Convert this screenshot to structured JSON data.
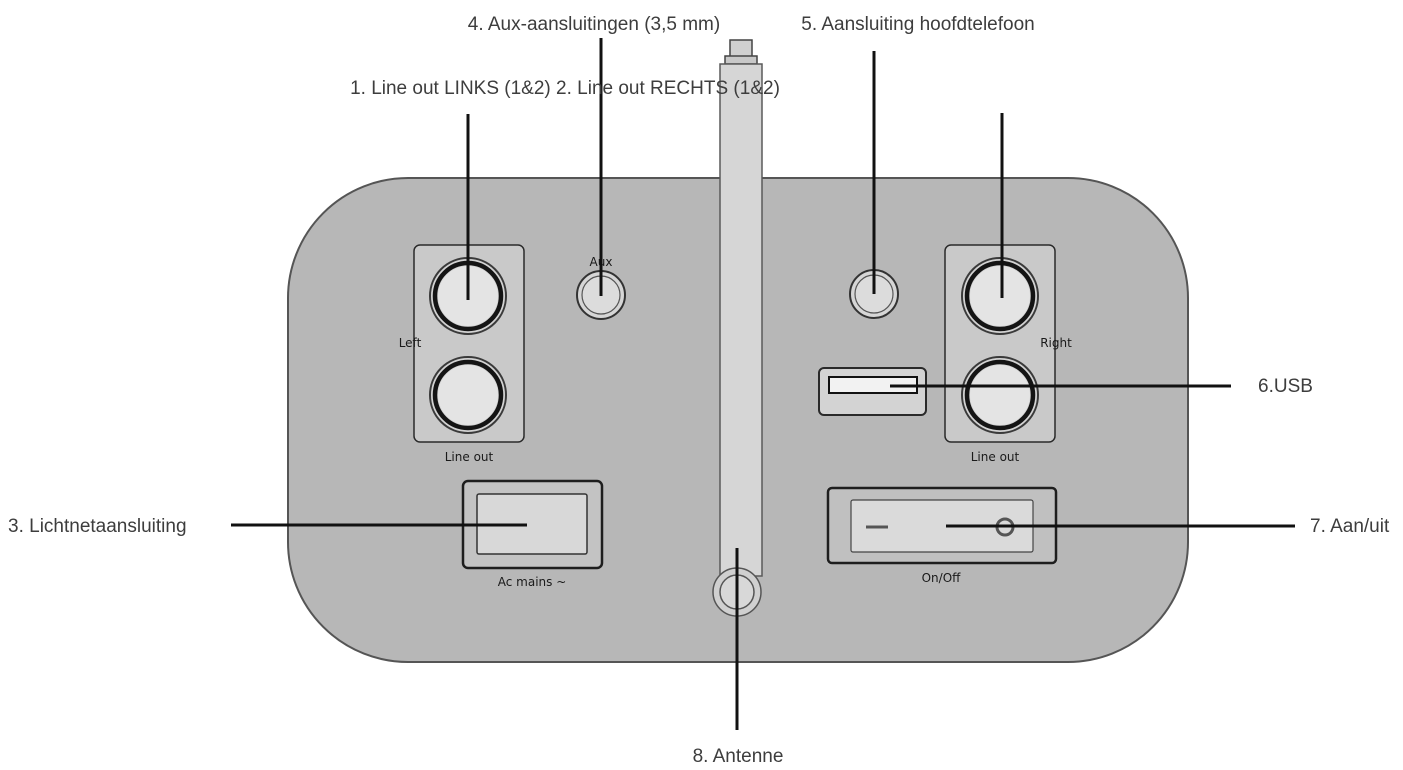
{
  "callouts": {
    "aux_connections": "4. Aux-aansluitingen (3,5 mm)",
    "headphone": "5. Aansluiting hoofdtelefoon",
    "line_out": "1. Line out LINKS (1&2) 2. Line out RECHTS (1&2)",
    "mains": "3. Lichtnetaansluiting",
    "usb": "6.USB",
    "power": "7. Aan/uit",
    "antenna": "8. Antenne"
  },
  "panel_labels": {
    "aux": "Aux",
    "left": "Left",
    "right": "Right",
    "line_out_left": "Line out",
    "line_out_right": "Line out",
    "ac_mains": "Ac mains ~",
    "on_off": "On/Off"
  },
  "colors": {
    "panel_fill": "#b7b7b7",
    "panel_stroke": "#555555",
    "leader_line": "#111111",
    "callout_text": "#3d3d3d"
  }
}
